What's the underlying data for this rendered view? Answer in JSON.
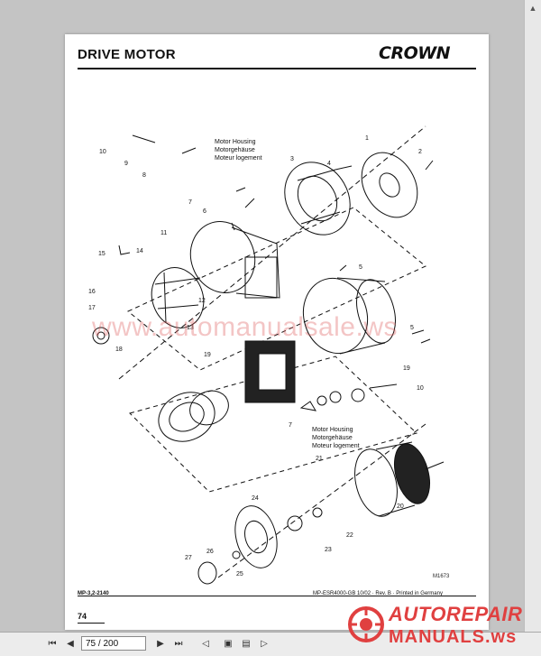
{
  "document": {
    "title": "DRIVE MOTOR",
    "brand": "CROWN",
    "figure_code": "M1673",
    "footer_left": "MP-3,2-2140",
    "footer_right": "MP-ESR4000-GB 10/02 · Rev. B · Printed in Germany",
    "page_number": "74",
    "watermark": "www.automanualsale.ws"
  },
  "callouts": {
    "housing_top": [
      "Motor Housing",
      "Motorgehäuse",
      "Moteur logement"
    ],
    "housing_mid": [
      "Motor Housing",
      "Motorgehäuse",
      "Moteur logement"
    ]
  },
  "parts": [
    "1",
    "2",
    "3",
    "4",
    "5",
    "6",
    "7",
    "8",
    "9",
    "10",
    "11",
    "12",
    "13",
    "14",
    "15",
    "16",
    "17",
    "18",
    "19",
    "20",
    "21",
    "22",
    "23",
    "24",
    "25",
    "26",
    "27"
  ],
  "toolbar": {
    "page_field": "75 / 200"
  },
  "corner_logo": {
    "line1": "AUTOREPAIR",
    "line2": "MANUALS",
    "line2_suffix": ".ws"
  },
  "colors": {
    "accent": "#e04040",
    "page_bg": "#ffffff",
    "viewer_bg": "#c4c4c4"
  }
}
